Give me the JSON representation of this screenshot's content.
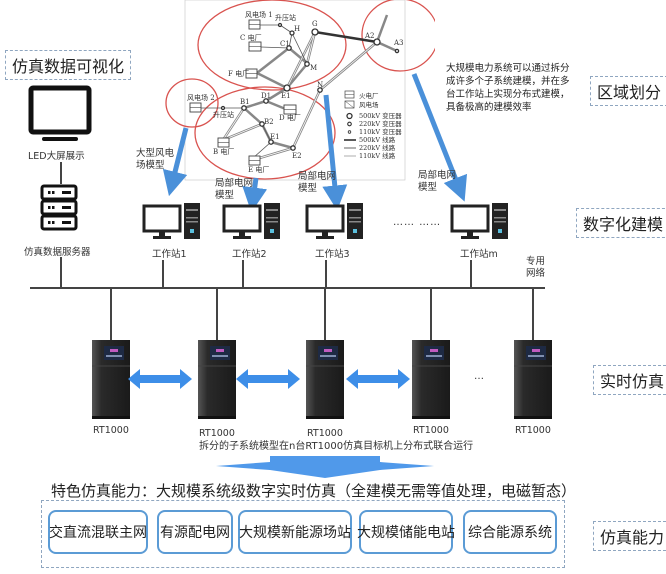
{
  "section_labels": {
    "visualization": "仿真数据可视化",
    "region_division": "区域划分",
    "digital_modeling": "数字化建模",
    "realtime_simulation": "实时仿真",
    "simulation_capability": "仿真能力"
  },
  "visualization": {
    "led_label": "LED大屏展示",
    "server_label": "仿真数据服务器"
  },
  "region_description": "大规模电力系统可以通过拆分成许多个子系统建模，并在多台工作站上实现分布式建模，具备极高的建模效率",
  "grid_diagram": {
    "nodes": {
      "wind1": "风电场 1",
      "substation1": "升压站",
      "H": "H",
      "G": "G",
      "C": "C 电厂",
      "C1": "C1",
      "M": "M",
      "F": "F 电厂",
      "A2": "A2",
      "A3": "A3",
      "N": "N",
      "E1top": "E1",
      "D1": "D1",
      "wind2": "风电场 2",
      "substation2": "升压站",
      "B1": "B1",
      "B2": "B2",
      "D": "D 电厂",
      "B": "B 电厂",
      "E1": "E1",
      "E2": "E2",
      "E": "E 电厂"
    },
    "legend": [
      {
        "symbol": "thermal-plant",
        "label": "火电厂"
      },
      {
        "symbol": "wind-farm",
        "label": "风电场"
      },
      {
        "symbol": "transformer-500",
        "label": "500kV 变压器"
      },
      {
        "symbol": "transformer-220",
        "label": "220kV 变压器"
      },
      {
        "symbol": "transformer-110",
        "label": "110kV 变压器"
      },
      {
        "symbol": "line-500",
        "label": "500kV 线路"
      },
      {
        "symbol": "line-220",
        "label": "220kV 线路"
      },
      {
        "symbol": "line-110",
        "label": "110kV 线路"
      }
    ]
  },
  "model_labels": {
    "wind_model": "大型风电场模型",
    "grid_model_2": "局部电网模型",
    "grid_model_3": "局部电网模型",
    "grid_model_m": "局部电网模型"
  },
  "workstations": [
    {
      "label": "工作站1"
    },
    {
      "label": "工作站2"
    },
    {
      "label": "工作站3"
    },
    {
      "label": "工作站m"
    }
  ],
  "workstation_ellipsis": "…… ……",
  "network_label": "专用网络",
  "simulators": [
    {
      "label": "RT1000"
    },
    {
      "label": "RT1000"
    },
    {
      "label": "RT1000"
    },
    {
      "label": "RT1000"
    },
    {
      "label": "RT1000"
    }
  ],
  "simulator_ellipsis": "…",
  "distributed_note": "拆分的子系统模型在n台RT1000仿真目标机上分布式联合运行",
  "capability_title": "特色仿真能力：大规模系统级数字实时仿真（全建模无需等值处理，电磁暂态）",
  "capabilities": [
    {
      "label": "交直流混联主网"
    },
    {
      "label": "有源配电网"
    },
    {
      "label": "大规模新能源场站"
    },
    {
      "label": "大规模储能电站"
    },
    {
      "label": "综合能源系统"
    }
  ],
  "colors": {
    "accent_blue": "#4a90d9",
    "region_circle": "#d9534f",
    "dashed_border": "#8fa6c0"
  }
}
